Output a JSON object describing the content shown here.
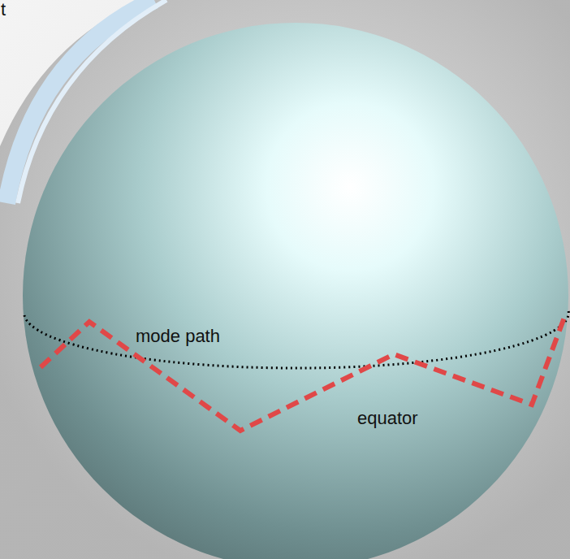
{
  "diagram": {
    "labels": [
      "t",
      "mode path",
      "equator"
    ]
  }
}
